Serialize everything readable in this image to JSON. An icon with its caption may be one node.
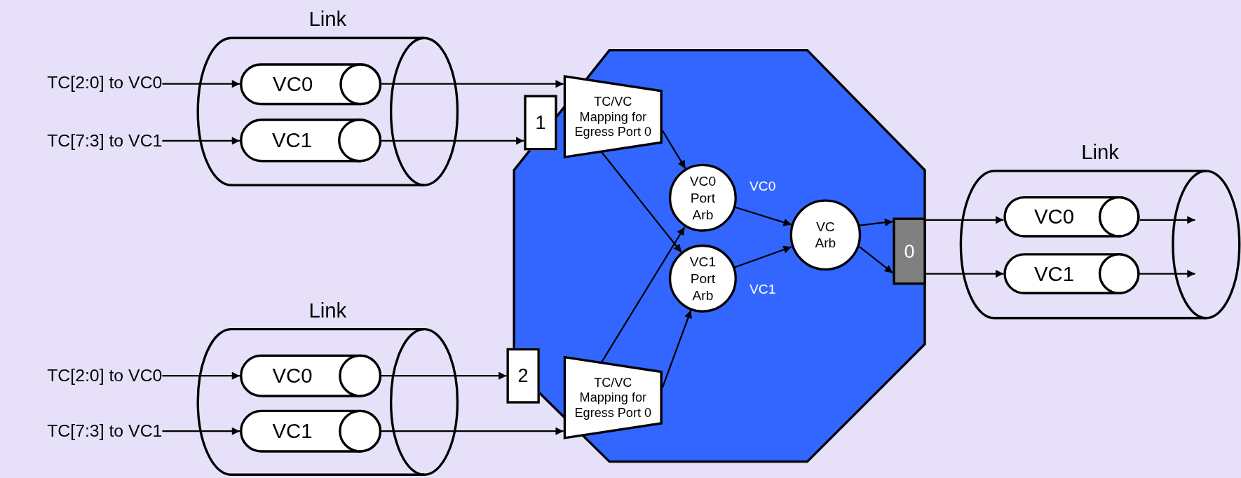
{
  "diagram": {
    "nodes": [
      {
        "text": [
          "TC[2:0] to VC0"
        ]
      },
      {
        "text": [
          "TC[7:3] to VC1"
        ]
      },
      {
        "text": [
          "Link"
        ]
      },
      {
        "text": [
          "VC0"
        ],
        "in": 2
      },
      {
        "text": [
          "VC1"
        ],
        "in": 2
      },
      {
        "text": [],
        "shape": "octagon"
      },
      {
        "text": [
          "1"
        ]
      },
      {
        "text": [
          "TC/VC Mapping for Egress Port 0"
        ],
        "in": 5
      },
      {
        "text": [
          "VC0 Port Arb"
        ],
        "in": 5
      },
      {
        "text": [
          "VC1 Port Arb"
        ],
        "in": 5
      },
      {
        "text": [
          "VC Arb"
        ],
        "in": 5
      },
      {
        "text": [
          "0"
        ],
        "in": 5
      },
      {
        "text": [
          "Link"
        ]
      },
      {
        "text": [
          "VC0"
        ],
        "in": 12
      },
      {
        "text": [
          "VC1"
        ],
        "in": 12
      },
      {
        "text": [
          "Link"
        ]
      },
      {
        "text": [
          "VC0"
        ],
        "in": 15
      },
      {
        "text": [
          "VC1"
        ],
        "in": 15
      },
      {
        "text": [
          "TC[2:0] to VC0"
        ]
      },
      {
        "text": [
          "TC[7:3] to VC1"
        ]
      },
      {
        "text": [
          "TC/VC Mapping for Egress Port 0"
        ],
        "in": 5
      },
      {
        "text": [
          "2"
        ]
      }
    ],
    "edges": [
      {
        "from": 0,
        "to": 3,
        "arrow": "to"
      },
      {
        "from": 1,
        "to": 4,
        "arrow": "to"
      },
      {
        "from": 3,
        "to": 7,
        "arrow": "to"
      },
      {
        "from": 4,
        "to": 6,
        "arrow": "to"
      },
      {
        "from": 18,
        "to": 16,
        "arrow": "to"
      },
      {
        "from": 19,
        "to": 17,
        "arrow": "to"
      },
      {
        "from": 16,
        "to": 21,
        "arrow": "to"
      },
      {
        "from": 17,
        "to": 20,
        "arrow": "to"
      },
      {
        "from": 7,
        "to": 8,
        "arrow": "to"
      },
      {
        "from": 7,
        "to": 9,
        "arrow": "to"
      },
      {
        "from": 20,
        "to": 8,
        "arrow": "to"
      },
      {
        "from": 20,
        "to": 9,
        "arrow": "to"
      },
      {
        "from": 8,
        "to": 10,
        "label": "VC0",
        "arrow": "to"
      },
      {
        "from": 9,
        "to": 10,
        "label": "VC1",
        "arrow": "to"
      },
      {
        "from": 10,
        "to": 11,
        "arrow": "to"
      },
      {
        "from": 10,
        "to": 11,
        "arrow": "to"
      },
      {
        "from": 11,
        "to": 13,
        "arrow": "to"
      },
      {
        "from": 11,
        "to": 14,
        "arrow": "to"
      },
      {
        "from": 13,
        "to": null,
        "arrow": "to"
      },
      {
        "from": 14,
        "to": null,
        "arrow": "to"
      }
    ]
  }
}
